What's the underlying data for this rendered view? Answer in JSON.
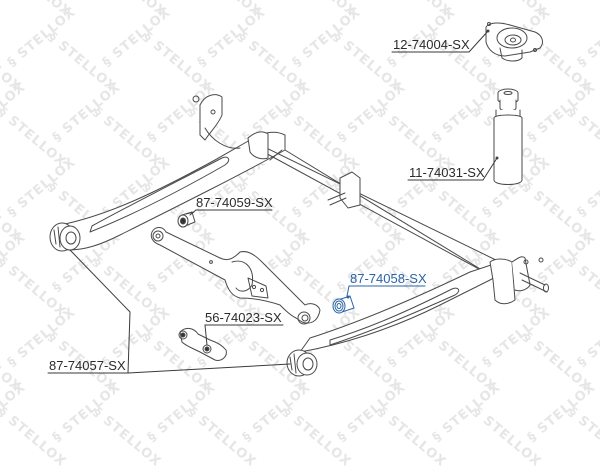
{
  "diagram": {
    "type": "exploded parts diagram",
    "subject": "rear axle beam with suspension components",
    "watermark_text": "STELLOX",
    "colors": {
      "line": "#4a4a4a",
      "label": "#2b2b2b",
      "highlight": "#2a64a6",
      "watermark": "#e6e6e6",
      "background": "#ffffff"
    },
    "parts": [
      {
        "id": "p1",
        "part_number": "12-74004-SX",
        "component": "strut top mount",
        "highlighted": false
      },
      {
        "id": "p2",
        "part_number": "11-74031-SX",
        "component": "shock absorber dust boot with bump stop",
        "highlighted": false
      },
      {
        "id": "p3",
        "part_number": "87-74059-SX",
        "component": "bushing",
        "highlighted": false
      },
      {
        "id": "p4",
        "part_number": "87-74058-SX",
        "component": "bushing",
        "highlighted": true
      },
      {
        "id": "p5",
        "part_number": "56-74023-SX",
        "component": "link / arm",
        "highlighted": false
      },
      {
        "id": "p6",
        "part_number": "87-74057-SX",
        "component": "trailing arm bushing",
        "highlighted": false
      }
    ]
  }
}
